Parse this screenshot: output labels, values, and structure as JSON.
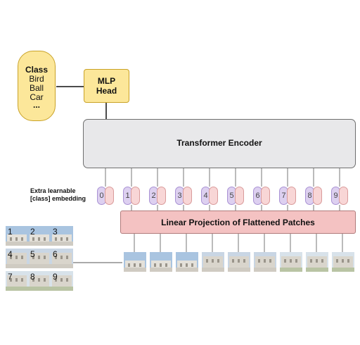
{
  "classes_box": {
    "lines": [
      "Class",
      "Bird",
      "Ball",
      "Car",
      "..."
    ]
  },
  "mlp_head": {
    "line1": "MLP",
    "line2": "Head"
  },
  "transformer_encoder": {
    "label": "Transformer Encoder"
  },
  "linear_projection": {
    "label": "Linear Projection of Flattened Patches"
  },
  "extra_embedding": {
    "line1": "Extra learnable",
    "line2": "[class] embedding"
  },
  "tokens": [
    "0",
    "1",
    "2",
    "3",
    "4",
    "5",
    "6",
    "7",
    "8",
    "9"
  ],
  "grid_numbers": [
    "1",
    "2",
    "3",
    "4",
    "5",
    "6",
    "7",
    "8",
    "9"
  ],
  "colors": {
    "classes_fill": "#fce79a",
    "classes_border": "#c9a227",
    "encoder_fill": "#e8e8ea",
    "projection_fill": "#f4c2c2",
    "token_purple": "#ddd0f0",
    "token_pink": "#f8d6d6"
  }
}
